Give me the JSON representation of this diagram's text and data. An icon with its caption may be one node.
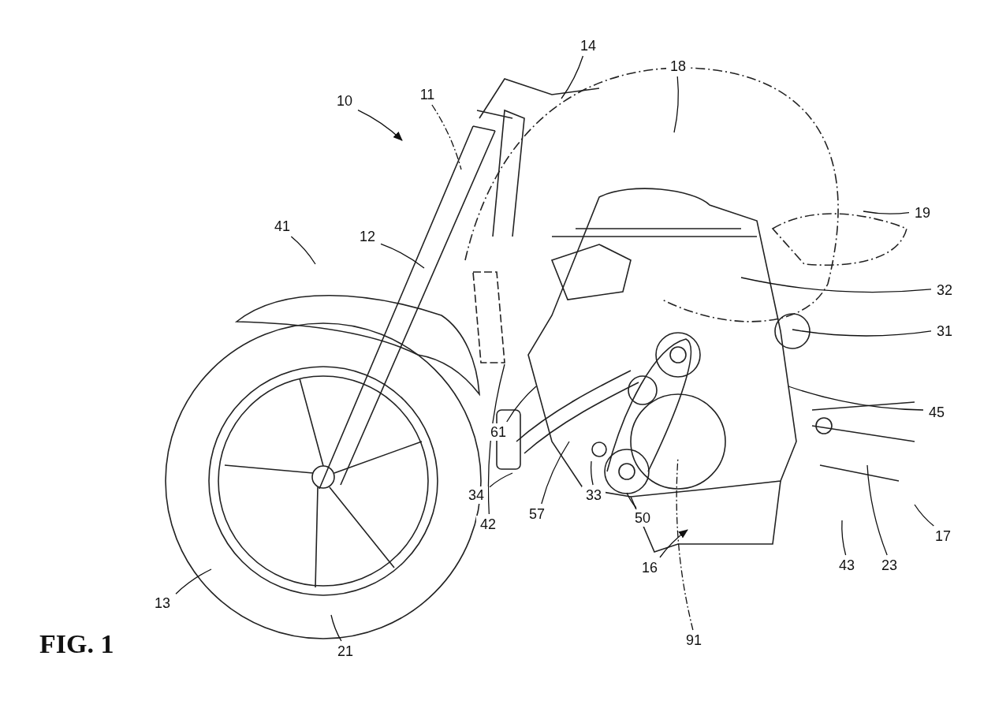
{
  "diagram": {
    "caption": "FIG. 1",
    "nodes": [
      {
        "text": [
          "10"
        ]
      },
      {
        "text": [
          "11"
        ]
      },
      {
        "text": [
          "14"
        ]
      },
      {
        "text": [
          "18"
        ]
      },
      {
        "text": [
          "19"
        ]
      },
      {
        "text": [
          "12"
        ]
      },
      {
        "text": [
          "41"
        ]
      },
      {
        "text": [
          "32"
        ]
      },
      {
        "text": [
          "31"
        ]
      },
      {
        "text": [
          "45"
        ]
      },
      {
        "text": [
          "61"
        ]
      },
      {
        "text": [
          "42"
        ]
      },
      {
        "text": [
          "34"
        ]
      },
      {
        "text": [
          "33"
        ]
      },
      {
        "text": [
          "57"
        ]
      },
      {
        "text": [
          "50"
        ]
      },
      {
        "text": [
          "16"
        ]
      },
      {
        "text": [
          "91"
        ]
      },
      {
        "text": [
          "43"
        ]
      },
      {
        "text": [
          "23"
        ]
      },
      {
        "text": [
          "17"
        ]
      },
      {
        "text": [
          "13"
        ]
      },
      {
        "text": [
          "21"
        ]
      }
    ],
    "edges": [
      {
        "from": 0,
        "to": null,
        "arrow": "to"
      },
      {
        "from": 1,
        "to": null,
        "arrow": "none",
        "style": "dashed"
      },
      {
        "from": 2,
        "to": null,
        "arrow": "none"
      },
      {
        "from": 3,
        "to": null,
        "arrow": "none"
      },
      {
        "from": 4,
        "to": null,
        "arrow": "none"
      },
      {
        "from": 5,
        "to": null,
        "arrow": "none"
      },
      {
        "from": 6,
        "to": null,
        "arrow": "none"
      },
      {
        "from": 7,
        "to": null,
        "arrow": "none"
      },
      {
        "from": 8,
        "to": null,
        "arrow": "none"
      },
      {
        "from": 9,
        "to": null,
        "arrow": "none"
      },
      {
        "from": 10,
        "to": null,
        "arrow": "none"
      },
      {
        "from": 11,
        "to": null,
        "arrow": "none"
      },
      {
        "from": 12,
        "to": null,
        "arrow": "none"
      },
      {
        "from": 13,
        "to": null,
        "arrow": "none"
      },
      {
        "from": 14,
        "to": null,
        "arrow": "none"
      },
      {
        "from": 15,
        "to": null,
        "arrow": "none"
      },
      {
        "from": 16,
        "to": null,
        "arrow": "to"
      },
      {
        "from": 17,
        "to": null,
        "arrow": "none",
        "style": "dashed"
      },
      {
        "from": 18,
        "to": null,
        "arrow": "none"
      },
      {
        "from": 19,
        "to": null,
        "arrow": "none"
      },
      {
        "from": 20,
        "to": null,
        "arrow": "none"
      },
      {
        "from": 21,
        "to": null,
        "arrow": "none"
      },
      {
        "from": 22,
        "to": null,
        "arrow": "none"
      }
    ]
  }
}
